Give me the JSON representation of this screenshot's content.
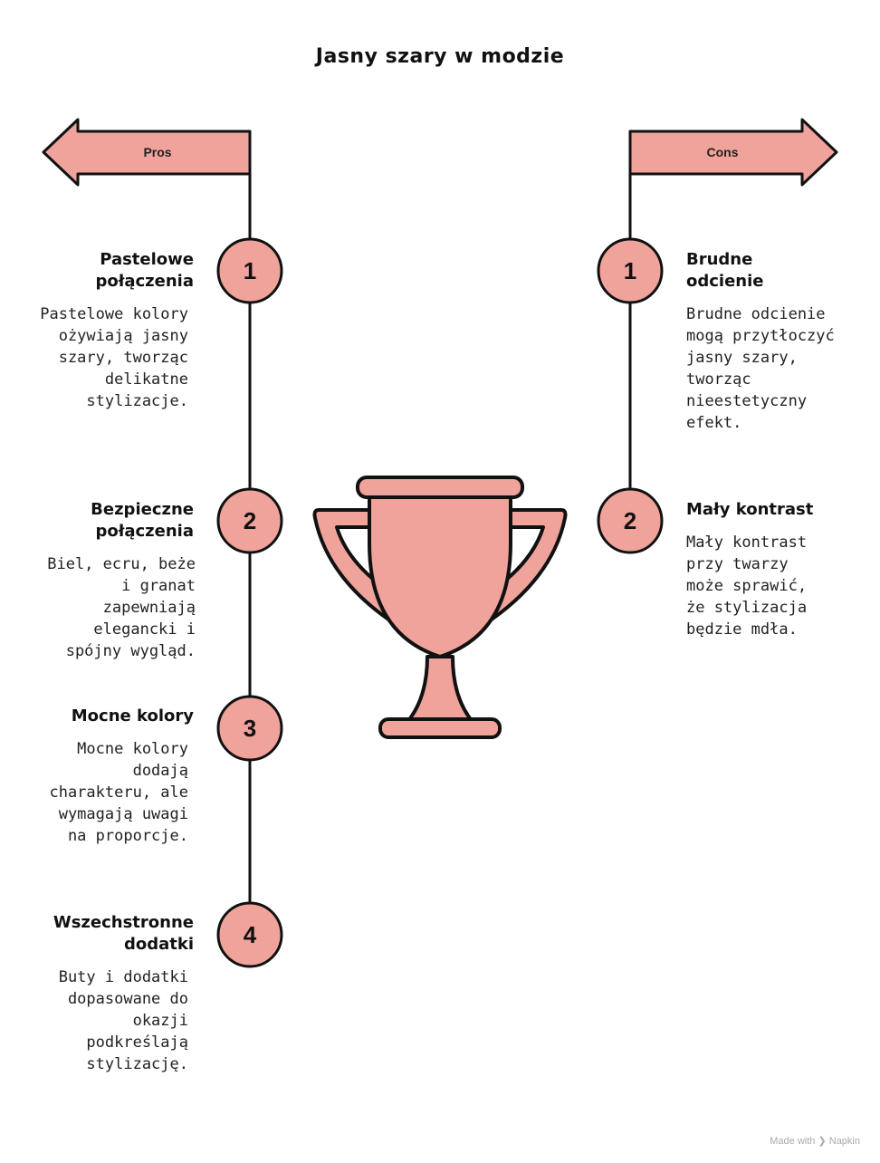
{
  "title": "Jasny szary w modzie",
  "colors": {
    "fill": "#EFA39B",
    "stroke": "#111111"
  },
  "pros": {
    "label": "Pros",
    "items": [
      {
        "number": "1",
        "title": "Pastelowe połączenia",
        "description": "Pastelowe kolory ożywiają jasny szary, tworząc delikatne stylizacje."
      },
      {
        "number": "2",
        "title": "Bezpieczne połączenia",
        "description": "Biel, ecru, beże i granat zapewniają elegancki i spójny wygląd."
      },
      {
        "number": "3",
        "title": "Mocne kolory",
        "description": "Mocne kolory dodają charakteru, ale wymagają uwagi na proporcje."
      },
      {
        "number": "4",
        "title": "Wszechstronne dodatki",
        "description": "Buty i dodatki dopasowane do okazji podkreślają stylizację."
      }
    ]
  },
  "cons": {
    "label": "Cons",
    "items": [
      {
        "number": "1",
        "title": "Brudne odcienie",
        "description": "Brudne odcienie mogą przytłoczyć jasny szary, tworząc nieestetyczny efekt."
      },
      {
        "number": "2",
        "title": "Mały kontrast",
        "description": "Mały kontrast przy twarzy może sprawić, że stylizacja będzie mdła."
      }
    ]
  },
  "center_icon": "trophy-icon",
  "footer": {
    "text": "Made with",
    "brand": "Napkin"
  }
}
